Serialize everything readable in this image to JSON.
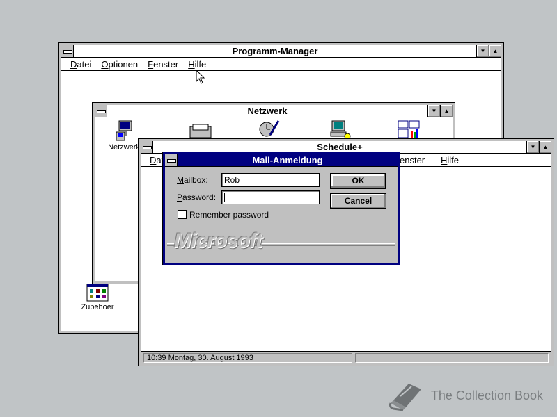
{
  "program_manager": {
    "title": "Programm-Manager",
    "menu": [
      {
        "accel": "D",
        "rest": "atei"
      },
      {
        "accel": "O",
        "rest": "ptionen"
      },
      {
        "accel": "F",
        "rest": "enster"
      },
      {
        "accel": "H",
        "rest": "ilfe"
      }
    ],
    "group_icon_label": "Zubehoer"
  },
  "netzwerk": {
    "title": "Netzwerk",
    "first_icon_label": "Netzwerk"
  },
  "schedule": {
    "title": "Schedule+",
    "menu_left": {
      "accel": "D",
      "rest": "at"
    },
    "menu_right": [
      {
        "pre": "",
        "accel": "",
        "rest": "enster"
      },
      {
        "pre": "",
        "accel": "H",
        "rest": "ilfe"
      }
    ],
    "status": "10:39 Montag, 30. August 1993"
  },
  "dialog": {
    "title": "Mail-Anmeldung",
    "mailbox_label_accel": "M",
    "mailbox_label_rest": "ailbox:",
    "mailbox_value": "Rob",
    "password_label_accel": "P",
    "password_label_rest": "assword:",
    "password_value": "",
    "remember_label": "Remember password",
    "remember_checked": false,
    "ok_label": "OK",
    "cancel_label": "Cancel",
    "logo_text": "Microsoft"
  },
  "watermark": {
    "text": "The Collection Book"
  },
  "colors": {
    "desktop": "#c0c4c6",
    "active_title": "#000080",
    "face": "#c0c0c0"
  }
}
